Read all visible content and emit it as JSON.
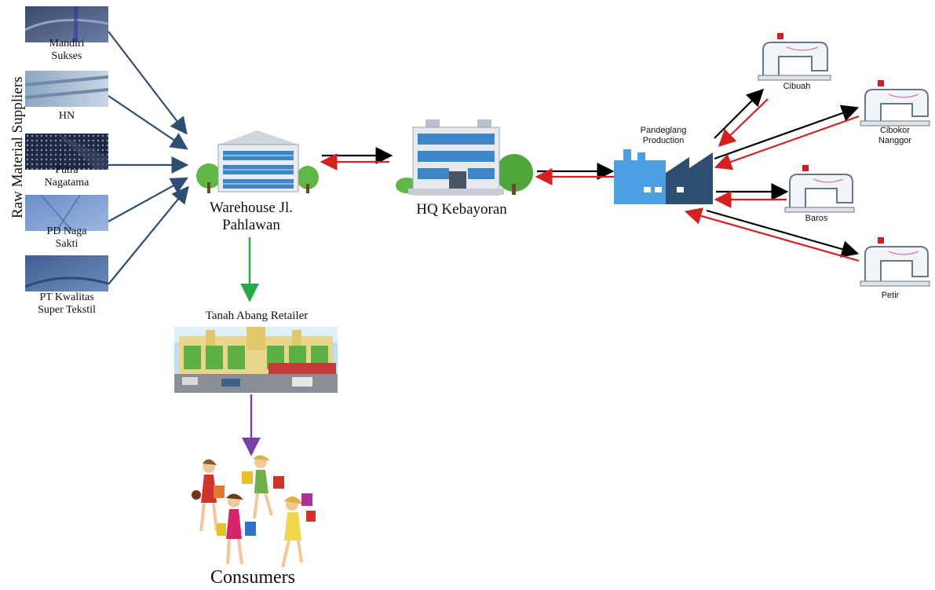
{
  "diagram": {
    "side_title": "Raw Material Suppliers",
    "suppliers": [
      {
        "line1": "Mandiri",
        "line2": "Sukses"
      },
      {
        "line1": "HN",
        "line2": ""
      },
      {
        "line1": "Putra",
        "line2": "Nagatama"
      },
      {
        "line1": "PD Naga",
        "line2": "Sakti"
      },
      {
        "line1": "PT Kwalitas",
        "line2": "Super Tekstil"
      }
    ],
    "warehouse": {
      "line1": "Warehouse Jl.",
      "line2": "Pahlawan"
    },
    "hq": "HQ Kebayoran",
    "production": {
      "line1": "Pandeglang",
      "line2": "Production"
    },
    "retailer": "Tanah Abang Retailer",
    "consumers": "Consumers",
    "subcontractors": [
      {
        "line1": "Cibuah",
        "line2": ""
      },
      {
        "line1": "Cibokor",
        "line2": "Nanggor"
      },
      {
        "line1": "Baros",
        "line2": ""
      },
      {
        "line1": "Petir",
        "line2": ""
      }
    ],
    "colors": {
      "supplier_arrow": "#2f4f72",
      "forward_flow": "#000000",
      "return_flow": "#d42020",
      "retail_arrow": "#2aa84a",
      "consumer_arrow": "#7a3fa8",
      "factory_light": "#4aa0e0",
      "factory_dark": "#2f4f72"
    }
  }
}
